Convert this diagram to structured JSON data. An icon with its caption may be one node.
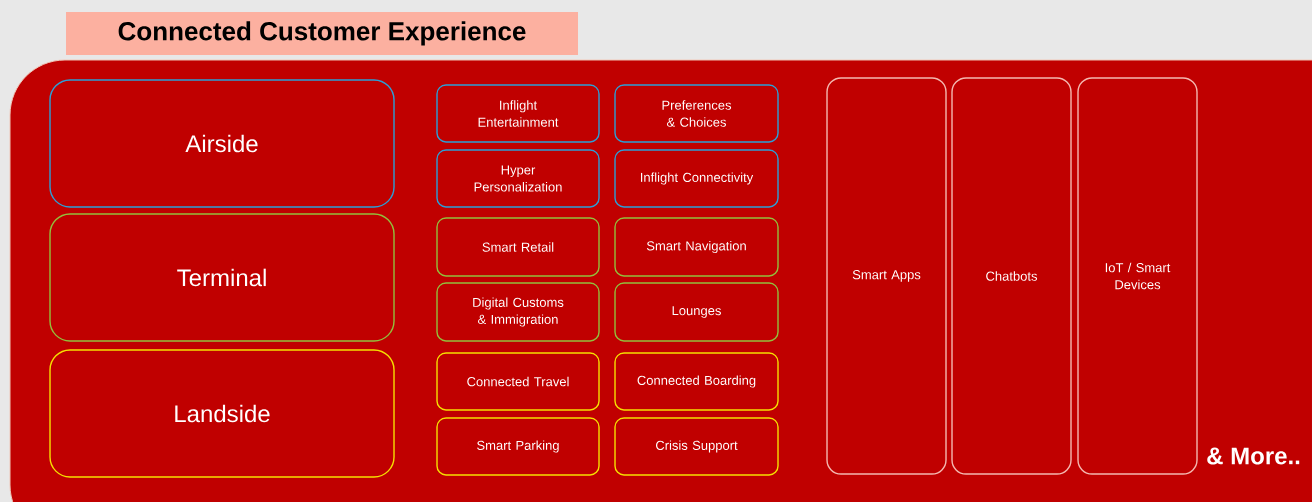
{
  "diagram": {
    "title": "Connected Customer Experience",
    "nodes": [
      {
        "text": [
          "Airside"
        ]
      },
      {
        "text": [
          "Terminal"
        ]
      },
      {
        "text": [
          "Landside"
        ]
      },
      {
        "text": [
          "Inflight Entertainment"
        ]
      },
      {
        "text": [
          "Preferences & Choices"
        ]
      },
      {
        "text": [
          "Hyper Personalization"
        ]
      },
      {
        "text": [
          "Inflight Connectivity"
        ]
      },
      {
        "text": [
          "Smart Retail"
        ]
      },
      {
        "text": [
          "Smart Navigation"
        ]
      },
      {
        "text": [
          "Digital Customs & Immigration"
        ]
      },
      {
        "text": [
          "Lounges"
        ]
      },
      {
        "text": [
          "Connected Travel"
        ]
      },
      {
        "text": [
          "Connected Boarding"
        ]
      },
      {
        "text": [
          "Smart Parking"
        ]
      },
      {
        "text": [
          "Crisis Support"
        ]
      },
      {
        "text": [
          "Smart Apps"
        ]
      },
      {
        "text": [
          "Chatbots"
        ]
      },
      {
        "text": [
          "IoT / Smart Devices"
        ]
      }
    ],
    "labels": [
      "& More.."
    ]
  }
}
